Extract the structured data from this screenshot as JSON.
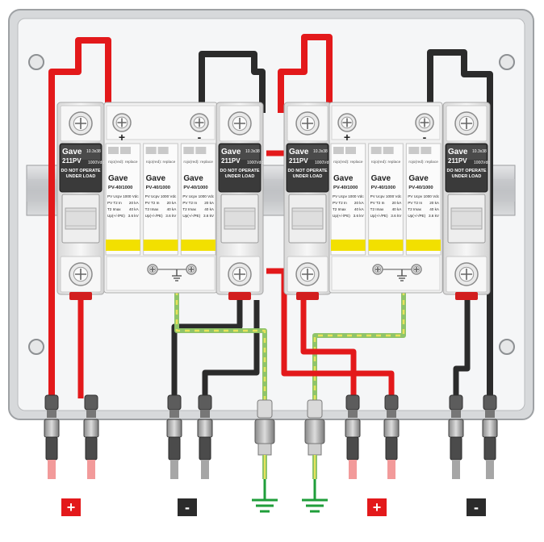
{
  "colors": {
    "positive": "#e3191b",
    "negative": "#2b2b2b",
    "ground": "#1f9e3a",
    "din_rail": "#c9cacc",
    "module_body": "#f1f1f1",
    "surge_band": "#f2e000",
    "enclosure": "#f4f5f6"
  },
  "fuse_holder": {
    "brand": "Gave",
    "model": "211PV",
    "fuse_size": "10.3x38",
    "voltage": "1000Vdc",
    "warning_line1": "DO NOT OPERATE",
    "warning_line2": "UNDER LOAD"
  },
  "spd": {
    "replace_label": "rojo(red): replace",
    "terminal_plus": "+",
    "terminal_minus": "-",
    "modules": [
      {
        "brand": "Gave",
        "model": "PV-40/1000",
        "row1": "PV Ucpv",
        "row1v": "1000 Vdc",
        "row2": "PV T2 In",
        "row2v": "20 kA",
        "row3": "T2 Imax",
        "row3v": "40 kA",
        "row4": "Up(+/-/PE)",
        "row4v": "3.6 kV"
      },
      {
        "brand": "Gave",
        "model": "PV-40/1000",
        "row1": "PV Ucpv",
        "row1v": "1000 Vdc",
        "row2": "PV T2 In",
        "row2v": "20 kA",
        "row3": "T2 Imax",
        "row3v": "40 kA",
        "row4": "Up(+/-/PE)",
        "row4v": "3.6 kV"
      },
      {
        "brand": "Gave",
        "model": "PV-40/1000",
        "row1": "PV Ucpv",
        "row1v": "1000 Vdc",
        "row2": "PV T2 In",
        "row2v": "20 kA",
        "row3": "T2 Imax",
        "row3v": "40 kA",
        "row4": "Up(+/-/PE)",
        "row4v": "3.6 kV"
      }
    ]
  },
  "legend": {
    "positive": "+",
    "negative": "-",
    "ground_icon": "ground-symbol-icon"
  }
}
